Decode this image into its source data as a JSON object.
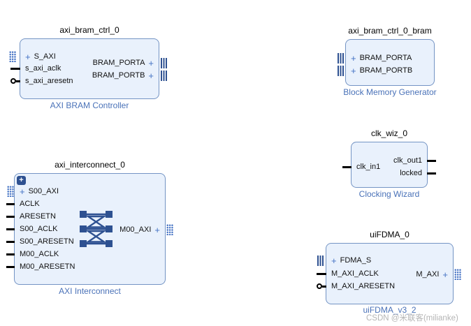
{
  "symbols": {
    "plus": "+",
    "expand_badge": "+"
  },
  "colors": {
    "block_fill": "#e9f1fc",
    "block_border": "#7494c4",
    "interface_blue": "#4472c4",
    "dark_blue": "#2e5191",
    "label_blue": "#4a72b8",
    "watermark_gray": "#b5b5b5"
  },
  "watermark": "CSDN @米联客(milianke)",
  "blocks": {
    "bram_ctrl": {
      "title": "axi_bram_ctrl_0",
      "label": "AXI BRAM Controller",
      "ports": {
        "s_axi": "S_AXI",
        "aclk": "s_axi_aclk",
        "aresetn": "s_axi_aresetn",
        "porta": "BRAM_PORTA",
        "portb": "BRAM_PORTB"
      }
    },
    "bram": {
      "title": "axi_bram_ctrl_0_bram",
      "label": "Block Memory Generator",
      "ports": {
        "porta": "BRAM_PORTA",
        "portb": "BRAM_PORTB"
      }
    },
    "clk_wiz": {
      "title": "clk_wiz_0",
      "label": "Clocking Wizard",
      "ports": {
        "clk_in1": "clk_in1",
        "clk_out1": "clk_out1",
        "locked": "locked"
      }
    },
    "interconnect": {
      "title": "axi_interconnect_0",
      "label": "AXI Interconnect",
      "ports": {
        "s00_axi": "S00_AXI",
        "aclk": "ACLK",
        "aresetn": "ARESETN",
        "s00_aclk": "S00_ACLK",
        "s00_aresetn": "S00_ARESETN",
        "m00_aclk": "M00_ACLK",
        "m00_aresetn": "M00_ARESETN",
        "m00_axi": "M00_AXI"
      }
    },
    "uifdma": {
      "title": "uiFDMA_0",
      "label": "uiFDMA_v3_2",
      "ports": {
        "fdma_s": "FDMA_S",
        "m_axi_aclk": "M_AXI_ACLK",
        "m_axi_aresetn": "M_AXI_ARESETN",
        "m_axi": "M_AXI"
      }
    }
  }
}
